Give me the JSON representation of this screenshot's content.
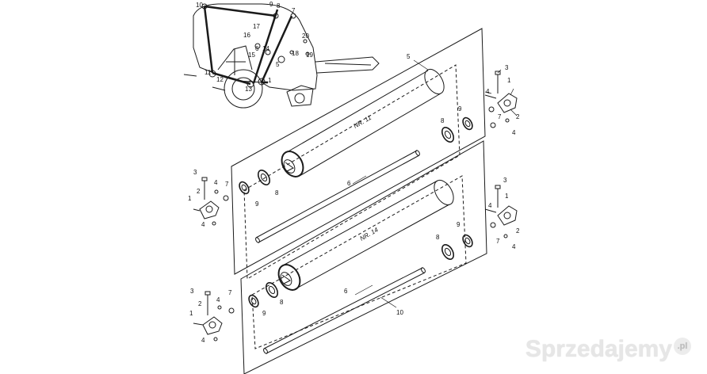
{
  "labels": {
    "panel1": "NR. 11",
    "panel2": "NR. 14",
    "n1": "1",
    "n2": "2",
    "n3": "3",
    "n4": "4",
    "n5": "5",
    "n6": "6",
    "n7": "7",
    "n8": "8",
    "n9": "9",
    "n10": "10",
    "n11": "11",
    "n12": "12",
    "n13": "13",
    "n14": "14",
    "n15": "15",
    "n16": "16",
    "n17": "17",
    "n18": "18",
    "n19": "19",
    "n20": "20"
  },
  "watermark": {
    "text": "Sprzedajemy",
    "suffix": ".pl"
  },
  "colors": {
    "line": "#1a1a1a",
    "watermark": "#e6e6e6"
  }
}
